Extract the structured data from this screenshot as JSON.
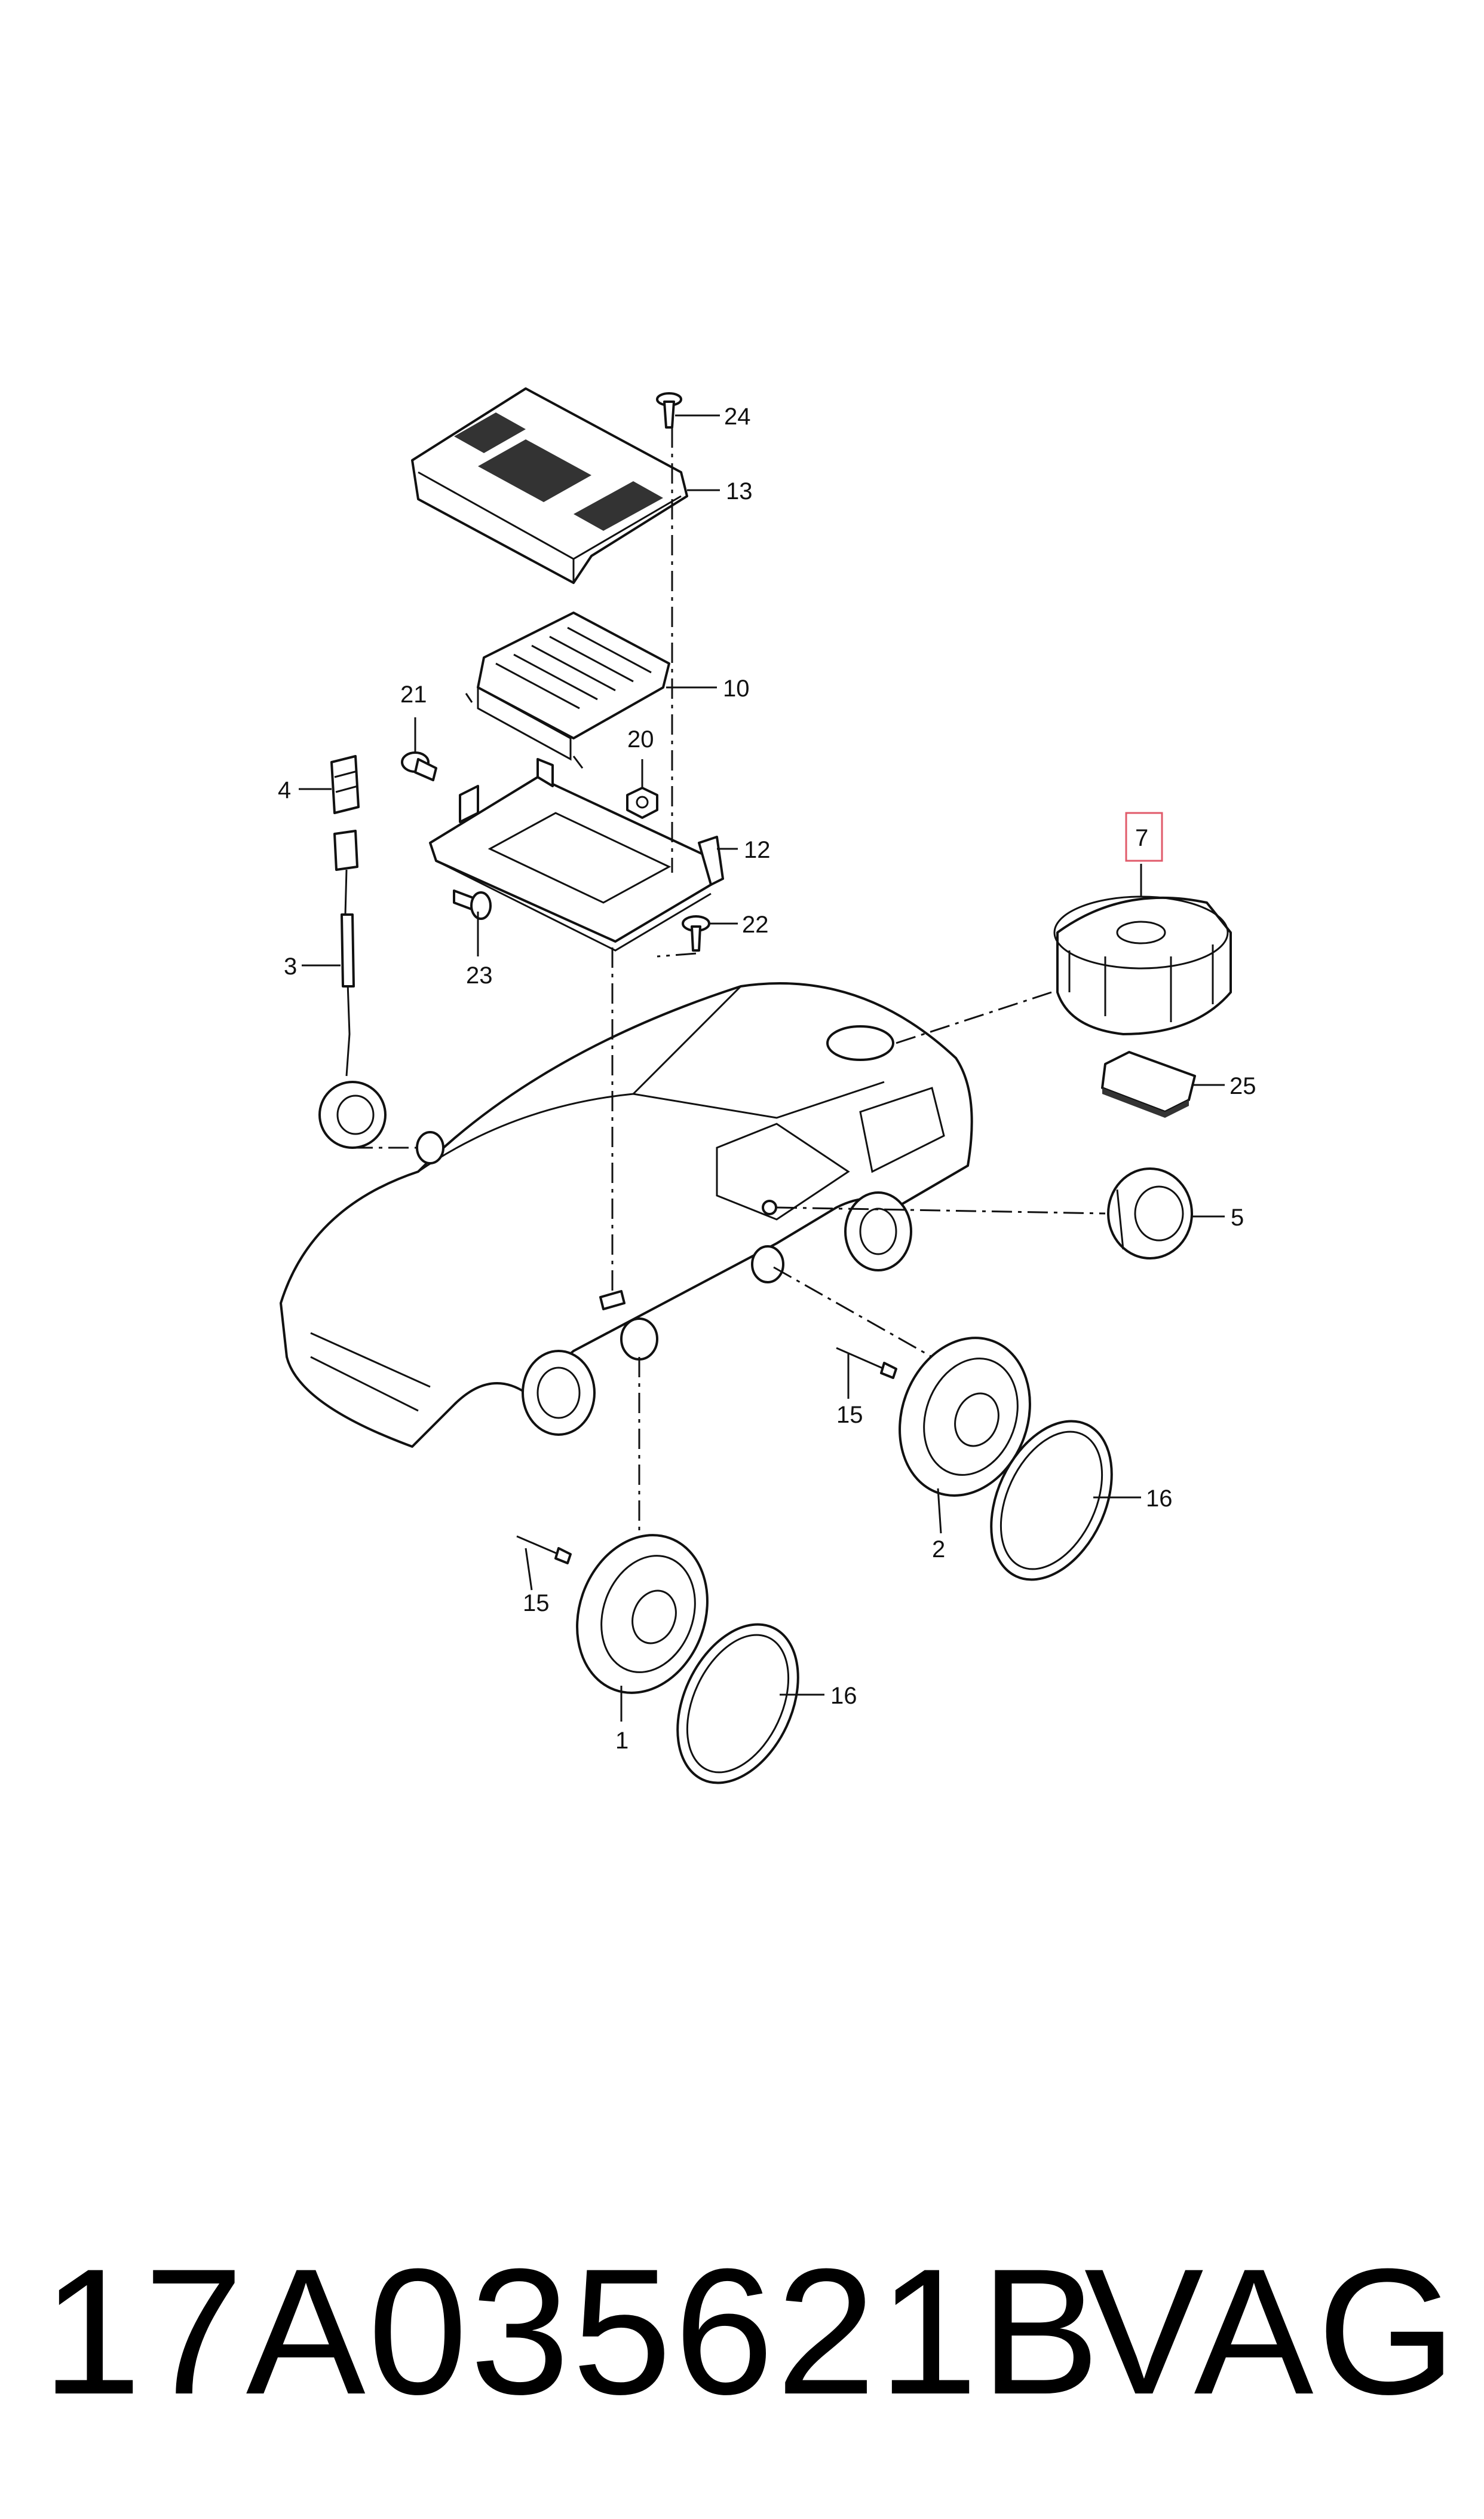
{
  "callouts": {
    "c1": "1",
    "c2": "2",
    "c3": "3",
    "c4": "4",
    "c5": "5",
    "c7": "7",
    "c10": "10",
    "c12": "12",
    "c13": "13",
    "c15a": "15",
    "c15b": "15",
    "c16a": "16",
    "c16b": "16",
    "c20": "20",
    "c21": "21",
    "c22": "22",
    "c23": "23",
    "c24": "24",
    "c25": "25"
  },
  "highlight_color": "#e05a6a",
  "footer": {
    "part_number": "17A035621B",
    "brand": "VAG"
  }
}
